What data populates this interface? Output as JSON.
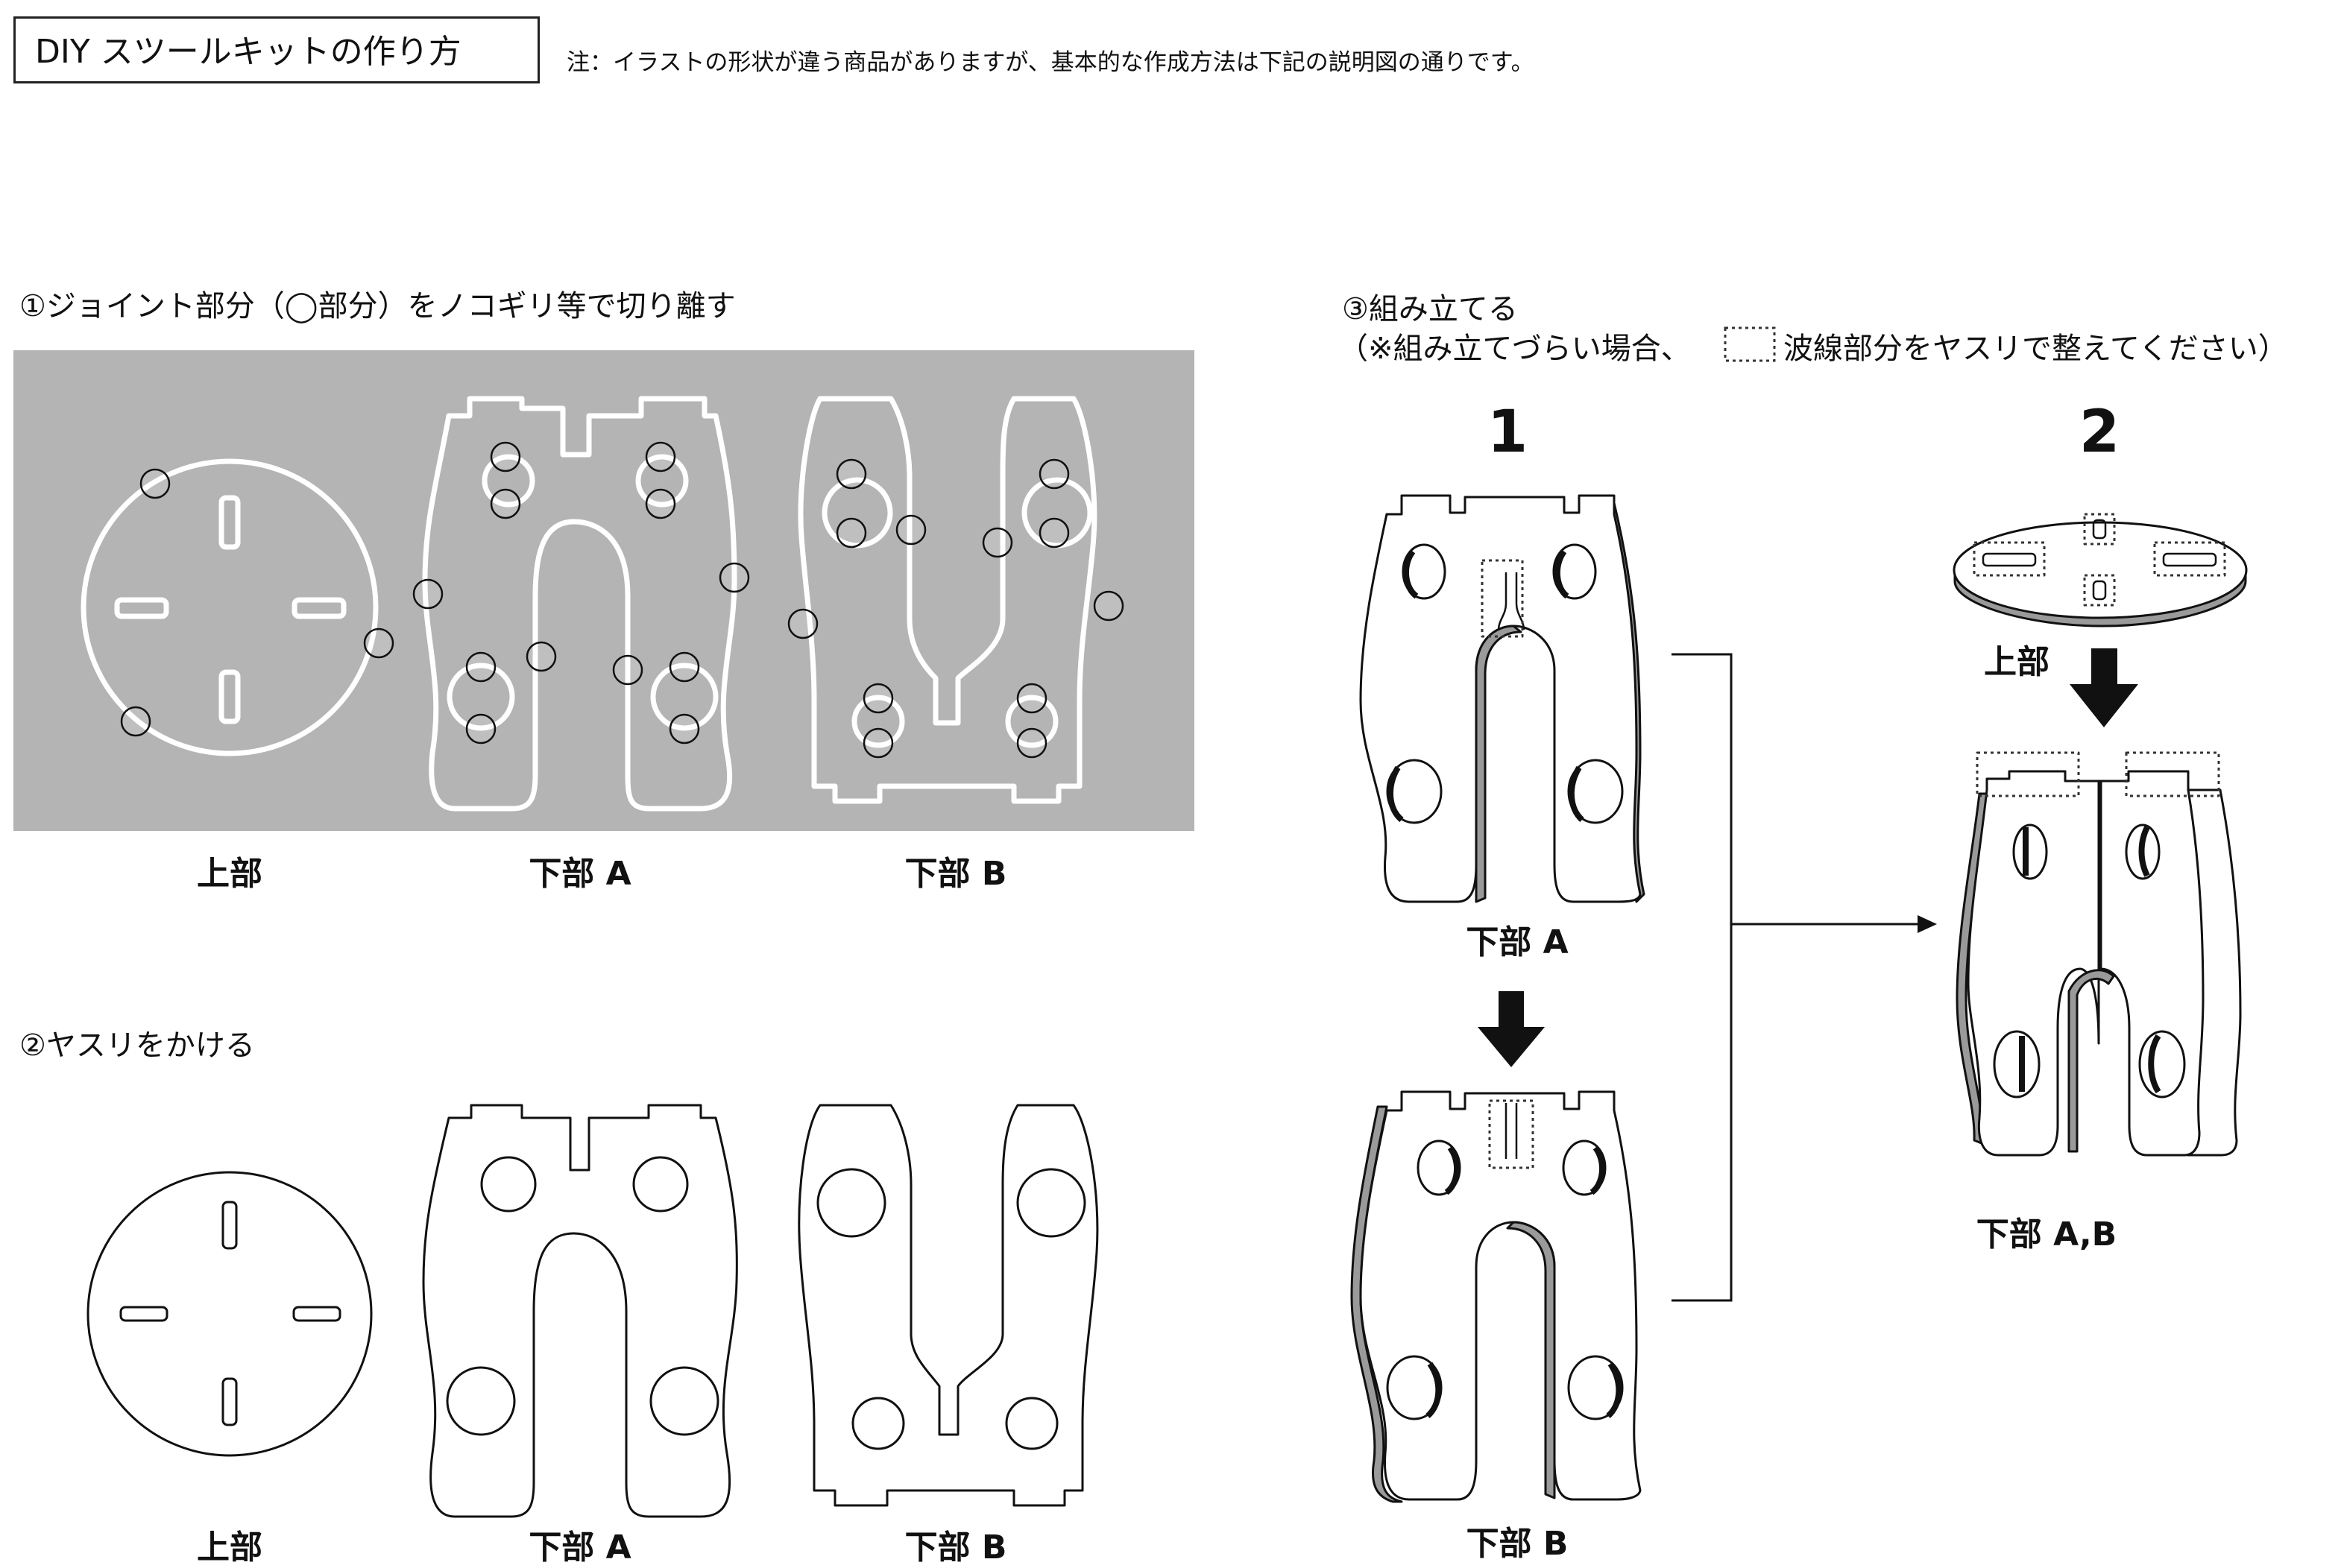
{
  "header": {
    "title": "DIY スツールキットの作り方",
    "note": "注：イラストの形状が違う商品がありますが、基本的な作成方法は下記の説明図の通りです。"
  },
  "step1": {
    "title": "①ジョイント部分（◯部分）をノコギリ等で切り離す",
    "labels": [
      "上部",
      "下部 A",
      "下部 B"
    ]
  },
  "step2": {
    "title": "②ヤスリをかける",
    "labels": [
      "上部",
      "下部 A",
      "下部 B"
    ]
  },
  "step3": {
    "title": "③組み立てる",
    "subtitle_a": "（※組み立てづらい場合、",
    "subtitle_b": "波線部分をヤスリで整えてください）",
    "num1": "1",
    "num2": "2",
    "label_a": "下部 A",
    "label_b": "下部 B",
    "label_top": "上部",
    "label_assembled": "下部 A,B"
  },
  "colors": {
    "panel": "#b4b4b4",
    "line": "#111111",
    "shade": "#9a9a9a"
  }
}
